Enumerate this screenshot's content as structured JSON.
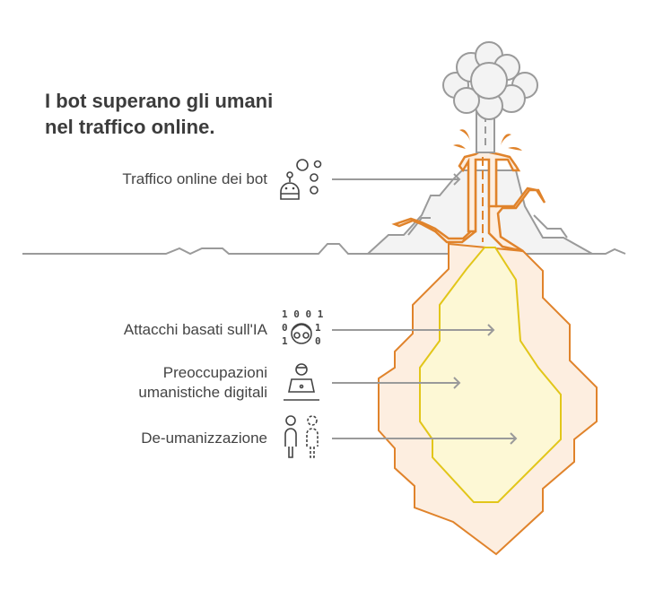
{
  "title": {
    "line1": "I bot superano gli umani",
    "line2": "nel traffico online."
  },
  "labels": {
    "bot_traffic": "Traffico online dei bot",
    "ai_attacks": "Attacchi basati sull'IA",
    "digital_humanism_line1": "Preoccupazioni",
    "digital_humanism_line2": "umanistiche digitali",
    "dehumanization": "De-umanizzazione"
  },
  "binary_icon": {
    "row1": "1 0 0 1",
    "left2": "0",
    "right2": "1",
    "left3": "1",
    "right3": "0"
  },
  "colors": {
    "orange": "#e0832b",
    "magma_fill": "#fdeee0",
    "core_fill": "#fdf8d5",
    "core_stroke": "#e2c61a",
    "gray": "#9a9a9a",
    "mountain_fill": "#f3f3f3",
    "text": "#444444"
  }
}
